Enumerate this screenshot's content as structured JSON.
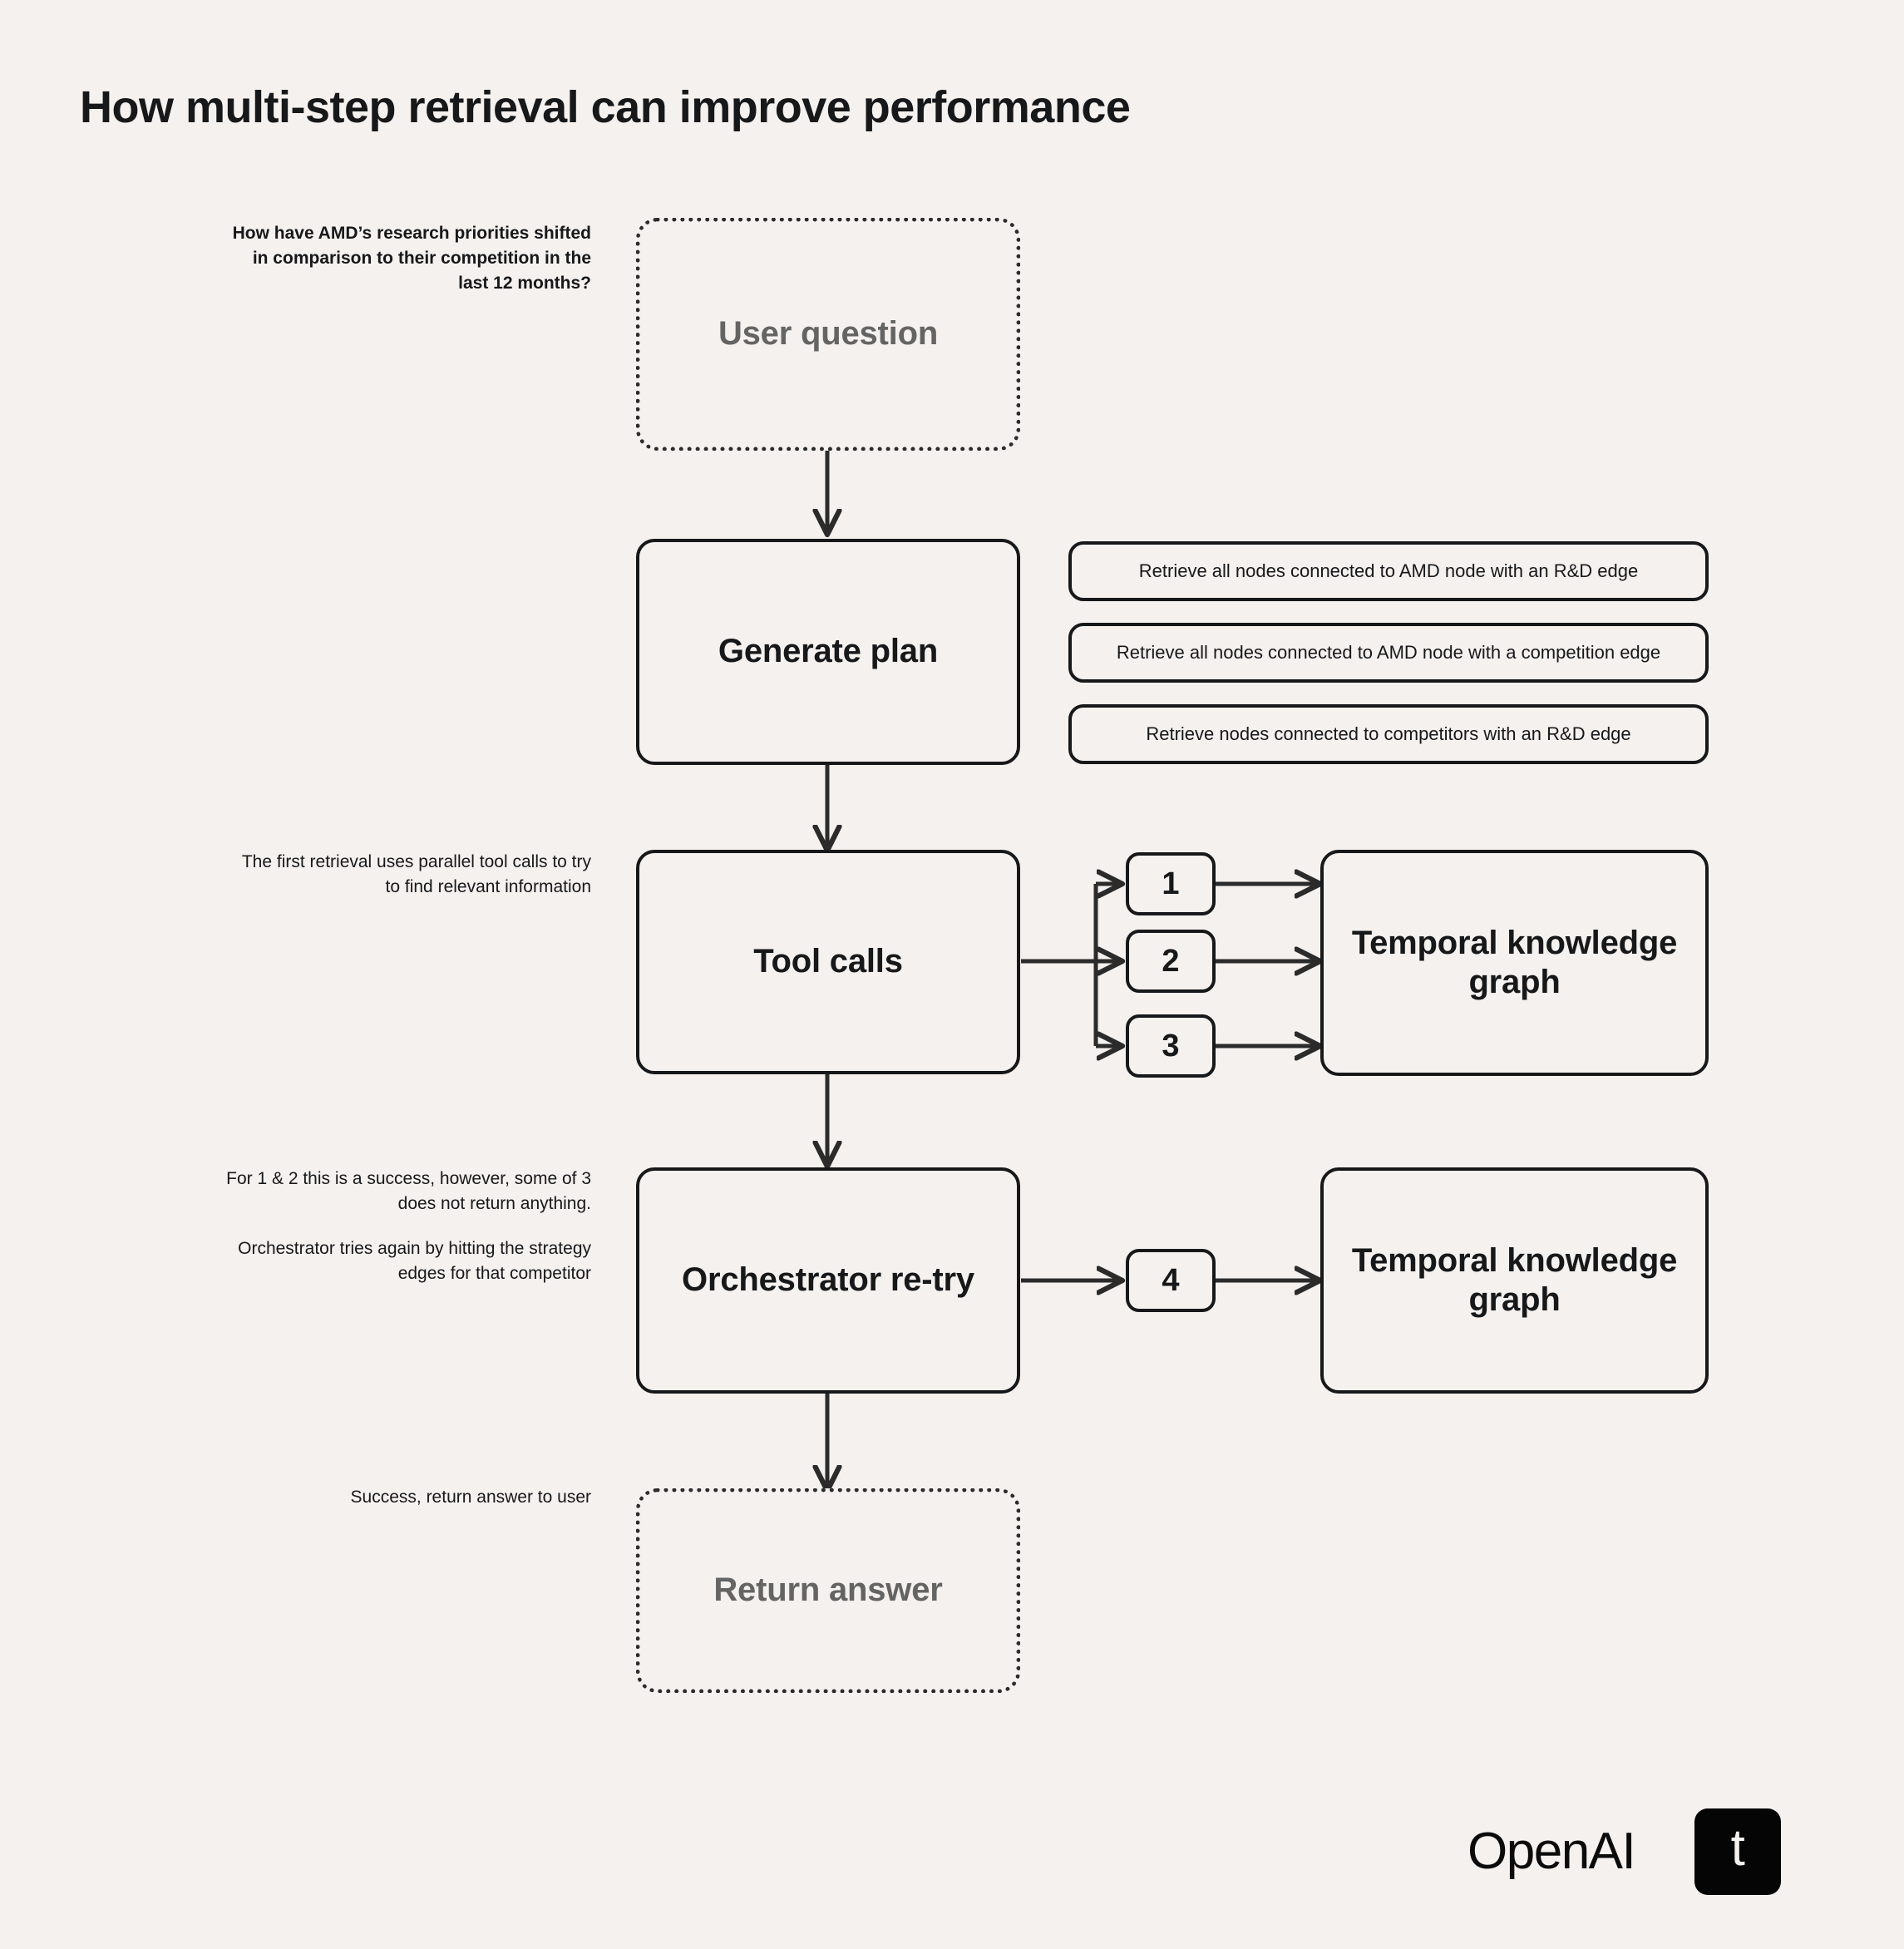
{
  "page": {
    "title": "How multi-step retrieval can improve performance",
    "background_color": "#F5F1EF",
    "ink_color": "#17181A",
    "muted_text_color": "#646464"
  },
  "annotations": {
    "user_question": "How have AMD’s research priorities shifted in comparison to their competition in the last 12 months?",
    "tool_calls": "The first retrieval uses parallel tool calls to try to find relevant information",
    "retry_part1": "For 1 & 2 this is a success, however, some of 3 does not return anything.",
    "retry_part2": "Orchestrator tries again by hitting the strategy edges for that competitor",
    "return_answer": "Success, return answer to user"
  },
  "flow": {
    "user_question": "User question",
    "generate_plan": "Generate plan",
    "tool_calls": "Tool calls",
    "orchestrator_retry": "Orchestrator re-try",
    "return_answer": "Return answer",
    "knowledge_graph_top": "Temporal knowledge graph",
    "knowledge_graph_bottom": "Temporal knowledge graph"
  },
  "plan_steps": [
    "Retrieve all nodes connected to AMD node with an R&D edge",
    "Retrieve all nodes connected to AMD node with a competition edge",
    "Retrieve nodes connected to competitors with an R&D edge"
  ],
  "tool_call_numbers": [
    "1",
    "2",
    "3"
  ],
  "retry_call_number": "4",
  "footer": {
    "openai_wordmark": "OpenAI",
    "partner_tile_glyph": "t"
  }
}
